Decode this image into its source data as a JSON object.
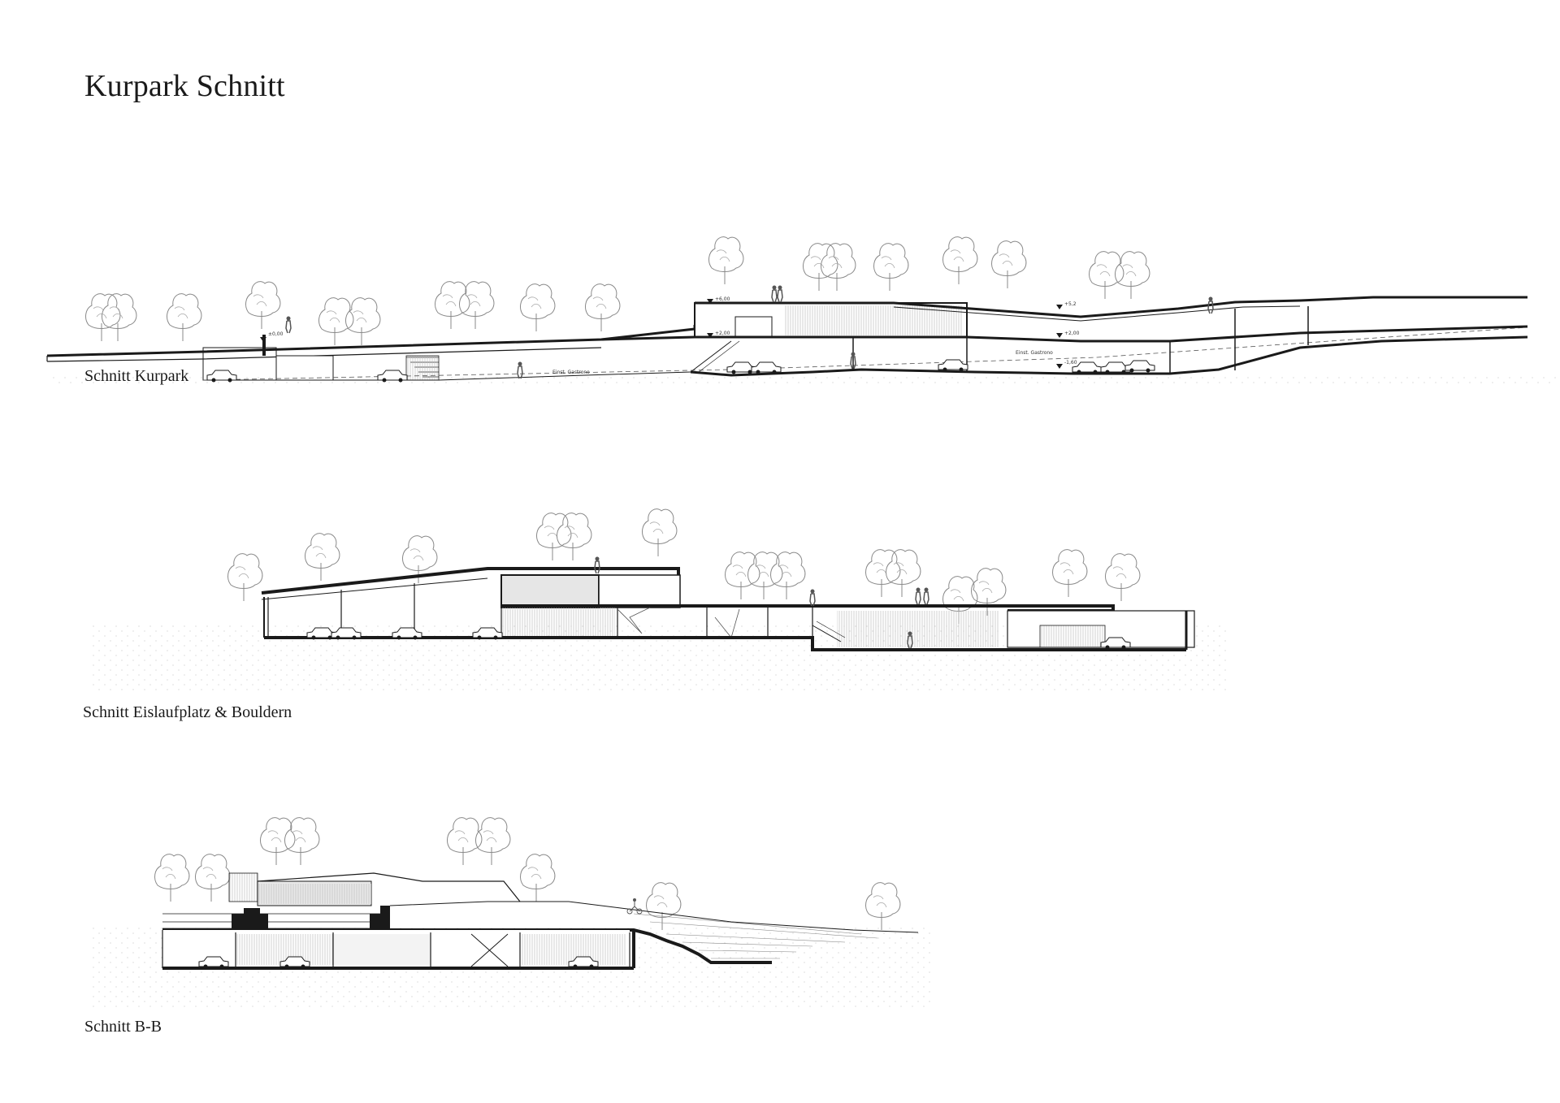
{
  "page": {
    "title": "Kurpark Schnitt"
  },
  "sections": [
    {
      "caption": "Schnitt  Kurpark",
      "levels": [
        "+6,00",
        "+2,00",
        "+2,00",
        "±0,00",
        "+5,2",
        "-1,60"
      ],
      "notes": [
        "Einst. Gastrono",
        "Einst. Gastrono"
      ]
    },
    {
      "caption": "Schnitt Eislaufplatz & Bouldern"
    },
    {
      "caption": "Schnitt B-B"
    }
  ],
  "colors": {
    "ink": "#1a1a1a",
    "tree": "#9a9a9a",
    "hatch": "#bcbcbc",
    "fill": "#e9e9e9"
  }
}
